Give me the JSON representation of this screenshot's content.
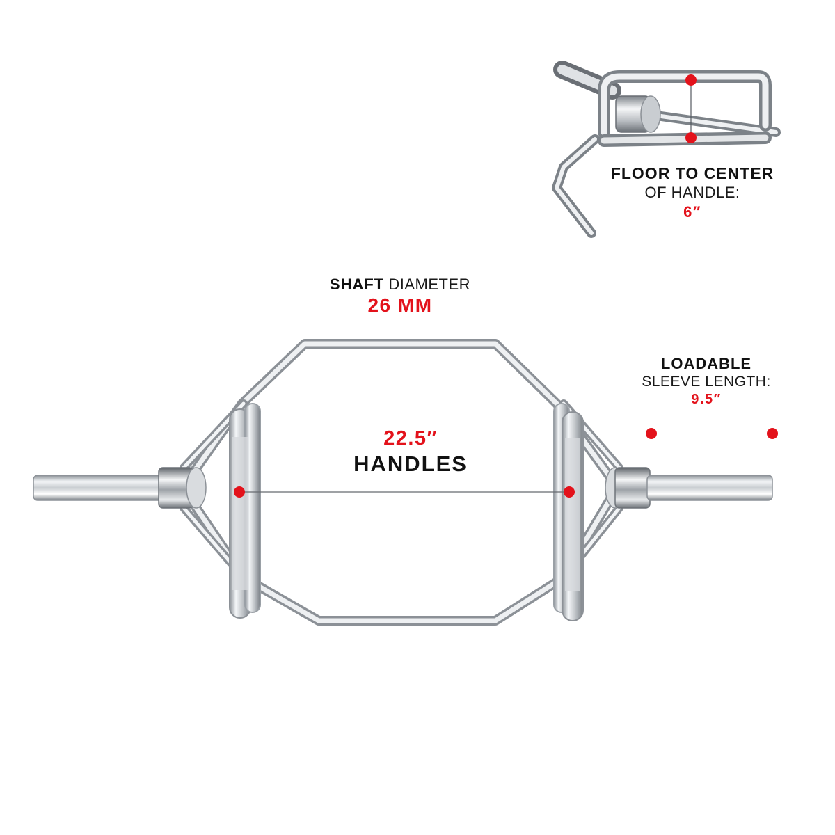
{
  "colors": {
    "accent_red": "#e3121b",
    "text_dark": "#111111",
    "chrome_light": "#eef0f2",
    "chrome_mid": "#b9bdc2",
    "chrome_dark": "#6f747a",
    "background": "#ffffff"
  },
  "inset": {
    "title_bold": "FLOOR TO CENTER",
    "subtitle": "OF HANDLE:",
    "value": "6″"
  },
  "shaft": {
    "title_bold": "SHAFT",
    "title_light": "DIAMETER",
    "value": "26 MM"
  },
  "handles": {
    "value": "22.5″",
    "label": "HANDLES"
  },
  "sleeve": {
    "title_bold": "LOADABLE",
    "subtitle": "SLEEVE LENGTH:",
    "value": "9.5″"
  },
  "icons": {
    "measure_dot": "red-circle-marker",
    "product": "chrome-hex-trap-bar"
  }
}
